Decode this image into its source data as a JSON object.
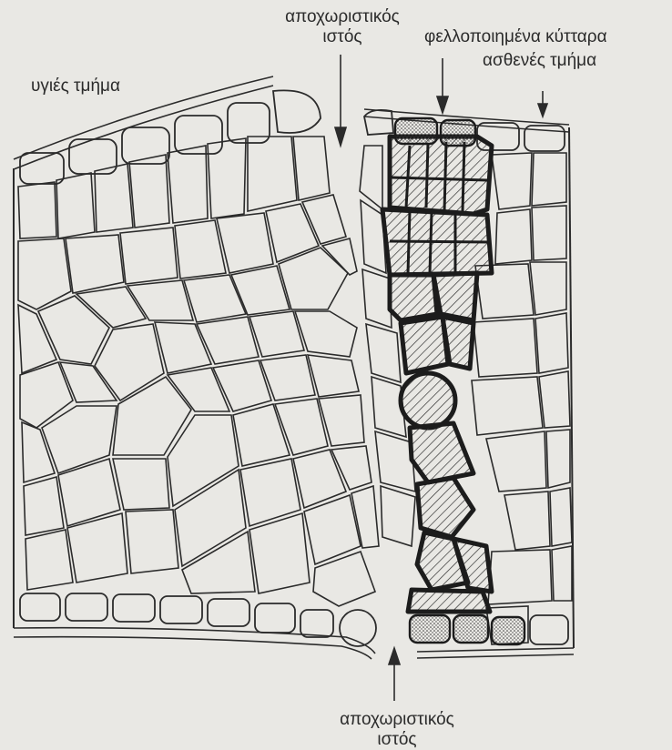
{
  "labels": {
    "healthy_part": "υγιές τμήμα",
    "separating_tissue_top_line1": "αποχωριστικός",
    "separating_tissue_top_line2": "ιστός",
    "suberized_cells": "φελλοποιημένα κύτταρα",
    "diseased_part": "ασθενές τμήμα",
    "separating_tissue_bottom_line1": "αποχωριστικός",
    "separating_tissue_bottom_line2": "ιστός"
  },
  "colors": {
    "background": "#e9e8e4",
    "ink": "#2b2b2b",
    "suberized_outline": "#1c1c1c"
  }
}
